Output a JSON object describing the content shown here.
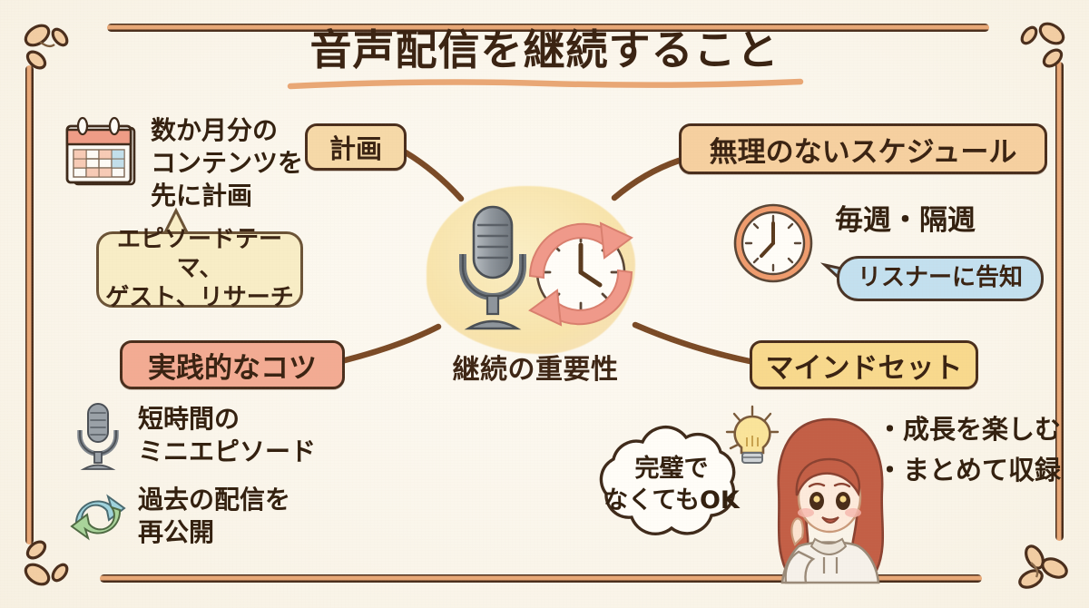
{
  "title": "音声配信を継続すること",
  "center": {
    "label": "継続の重要性",
    "mic_icon": "microphone-icon",
    "clock_icon": "clock-icon",
    "cycle_icon": "cycle-arrows-icon"
  },
  "branches": {
    "plan": {
      "pill": "計画",
      "pill_bg": "#f6d9a8",
      "icon": "calendar-icon",
      "text": "数か月分の\nコンテンツを\n先に計画",
      "bubble": "エピソードテーマ、\nゲスト、リサーチ",
      "bubble_bg": "#f8edc6"
    },
    "schedule": {
      "pill": "無理のないスケジュール",
      "pill_bg": "#f6d0a0",
      "icon": "clock-icon",
      "text": "毎週・隔週",
      "bubble": "リスナーに告知",
      "bubble_bg": "#c3e0ef"
    },
    "tips": {
      "pill": "実践的なコツ",
      "pill_bg": "#f3ab93",
      "items": [
        {
          "icon": "microphone-icon",
          "text": "短時間の\nミニエピソード"
        },
        {
          "icon": "recycle-arrows-icon",
          "text": "過去の配信を\n再公開"
        }
      ]
    },
    "mindset": {
      "pill": "マインドセット",
      "pill_bg": "#f8d98d",
      "thought_bubble": "完璧で\nなくてもOK",
      "bullets": [
        "・成長を楽しむ",
        "・まとめて収録"
      ],
      "icons": [
        "lightbulb-icon",
        "woman-character-icon",
        "thought-cloud-icon"
      ]
    }
  },
  "colors": {
    "frame_dark": "#4a2e1c",
    "frame_light": "#e8a877",
    "background": "#faf5ea",
    "title_text": "#3a2312",
    "title_underline": "#e9a775",
    "connector": "#7a4a26",
    "hub_fill": "#f8e4ac",
    "accent_pink": "#f0998a"
  }
}
